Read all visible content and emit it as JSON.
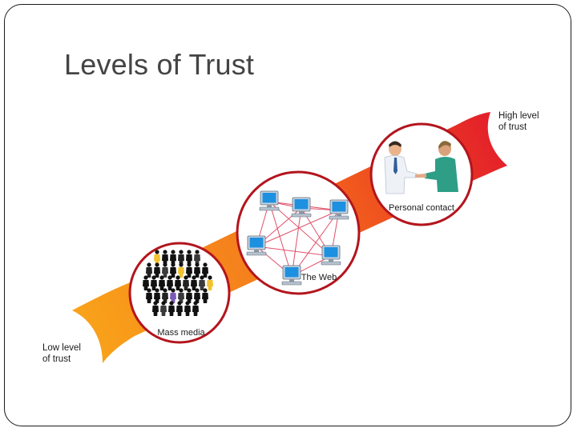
{
  "slide": {
    "title": "Levels of Trust"
  },
  "diagram": {
    "low_label_line1": "Low level",
    "low_label_line2": "of trust",
    "high_label_line1": "High level",
    "high_label_line2": "of trust",
    "circles": [
      {
        "label": "Mass media"
      },
      {
        "label": "The Web"
      },
      {
        "label": "Personal contact"
      }
    ],
    "colors": {
      "arrow_start": "#f9a51a",
      "arrow_mid": "#f26a1b",
      "arrow_end": "#e31d2b",
      "circle_border": "#b3151d",
      "monitor": "#1e90e0",
      "network_line": "#e0506a"
    },
    "icons": [
      "crowd-icon",
      "computer-network-icon",
      "handshake-icon"
    ]
  }
}
